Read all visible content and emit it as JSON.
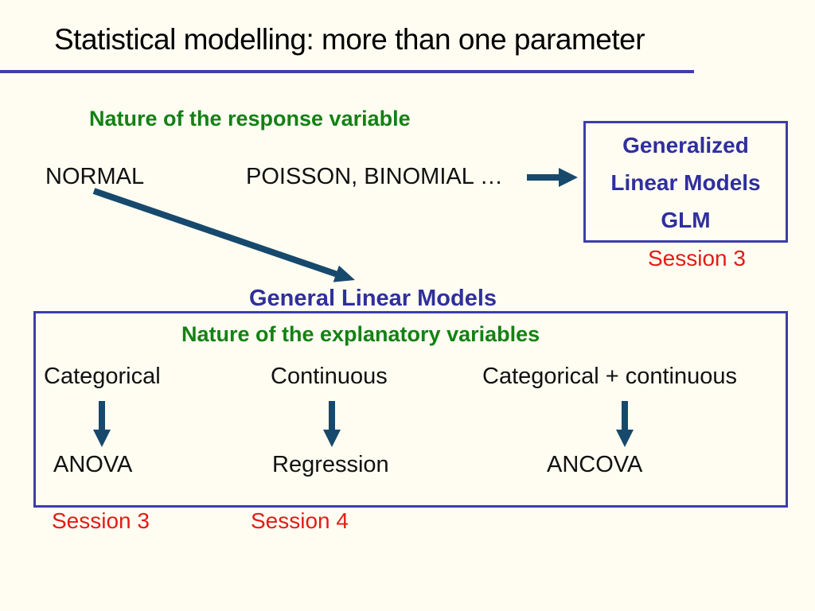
{
  "slide": {
    "title": "Statistical modelling: more than one parameter",
    "response_section": {
      "heading": "Nature of the response variable",
      "normal_label": "NORMAL",
      "poisson_label": "POISSON, BINOMIAL …",
      "glm_box": {
        "lines": [
          "Generalized",
          "Linear Models",
          "GLM"
        ]
      },
      "glm_session": "Session 3"
    },
    "general_linear_models_label": "General Linear Models",
    "explanatory_section": {
      "heading": "Nature of the explanatory variables",
      "columns": [
        {
          "variable": "Categorical",
          "method": "ANOVA",
          "session": "Session 3"
        },
        {
          "variable": "Continuous",
          "method": "Regression",
          "session": "Session 4"
        },
        {
          "variable": "Categorical + continuous",
          "method": "ANCOVA"
        }
      ]
    }
  },
  "icons": {
    "right_arrow": "→",
    "diagonal_arrow": "↘",
    "down_arrow": "↓"
  },
  "colors": {
    "background": "#fffdf2",
    "title_text": "#000000",
    "accent_blue": "#3d3dab",
    "navy_blue": "#2f2f9d",
    "green": "#148114",
    "arrow": "#17496d",
    "red": "#e31b17"
  }
}
